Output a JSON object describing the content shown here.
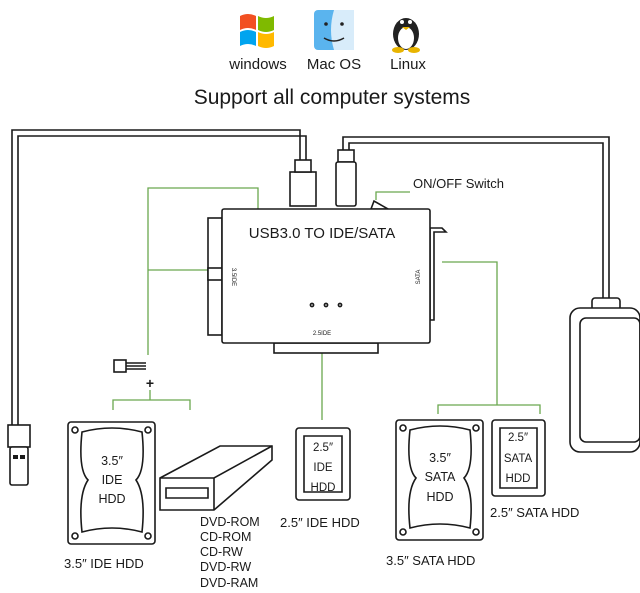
{
  "os": [
    {
      "label": "windows",
      "icon": "windows-logo-icon"
    },
    {
      "label": "Mac OS",
      "icon": "mac-finder-logo-icon"
    },
    {
      "label": "Linux",
      "icon": "linux-penguin-logo-icon"
    }
  ],
  "title": "Support all computer systems",
  "adapter": {
    "label": "USB3.0 TO IDE/SATA",
    "port_left": "3.5IDE",
    "port_right": "SATA",
    "port_bottom": "2.5IDE",
    "switch_label": "ON/OFF Switch"
  },
  "plus": "+",
  "drives": {
    "ide35": {
      "lines": [
        "3.5″",
        "IDE",
        "HDD"
      ],
      "caption": "3.5″  IDE HDD"
    },
    "optical": {
      "list": [
        "DVD-ROM",
        "CD-ROM",
        "CD-RW",
        "DVD-RW",
        "DVD-RAM"
      ]
    },
    "ide25": {
      "lines": [
        "2.5″",
        "IDE",
        "HDD"
      ],
      "caption": "2.5″  IDE HDD"
    },
    "sata35": {
      "lines": [
        "3.5″",
        "SATA",
        "HDD"
      ],
      "caption": "3.5″  SATA HDD"
    },
    "sata25": {
      "lines": [
        "2.5″",
        "SATA",
        "HDD"
      ],
      "caption": "2.5″  SATA HDD"
    }
  },
  "colors": {
    "connector_lines": "#6aa84f",
    "outline": "#1a1a1a"
  }
}
